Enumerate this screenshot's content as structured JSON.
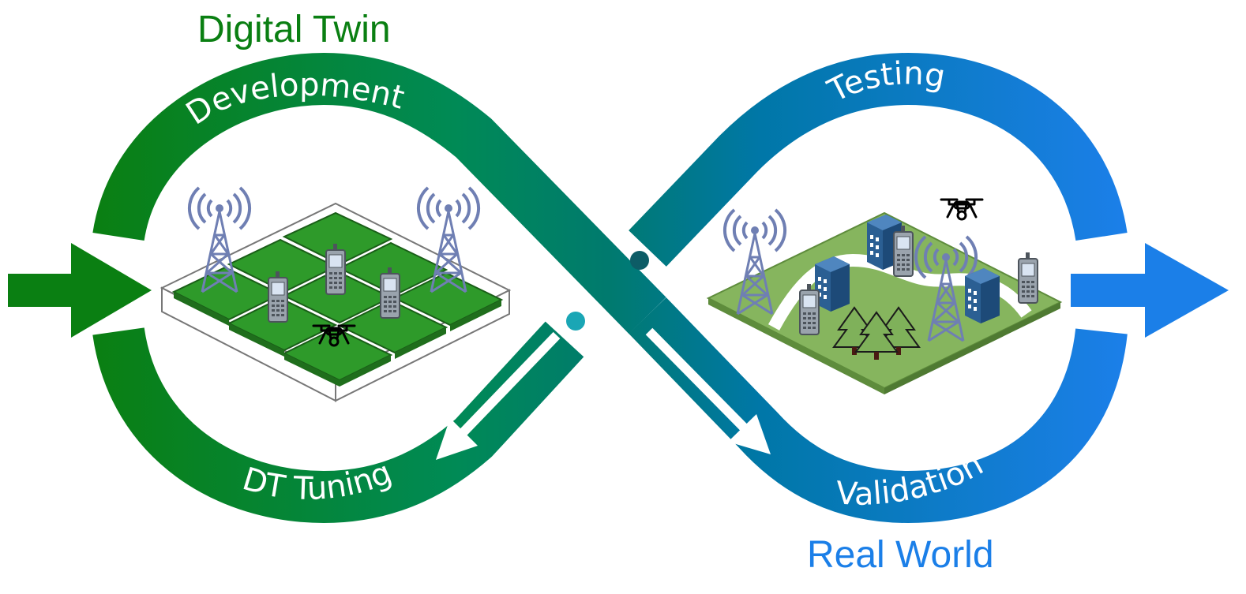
{
  "titles": {
    "digital_twin": "Digital Twin",
    "real_world": "Real World"
  },
  "loop_labels": {
    "development": "Development",
    "dt_tuning": "DT Tuning",
    "testing": "Testing",
    "validation": "Validation"
  },
  "colors": {
    "twin_green": "#0a7f12",
    "teal": "#008067",
    "real_blue": "#1b7fe8",
    "tile_green": "#2e9a2a",
    "terrain_green": "#86b55e",
    "tower_blue": "#6f7fb3",
    "building_blue": "#2b5f93"
  },
  "icons": {
    "entry_arrow": "right-arrow-icon",
    "exit_arrow": "right-arrow-icon",
    "tower": "cell-tower-icon",
    "phone": "mobile-phone-icon",
    "drone": "drone-icon",
    "building": "building-icon",
    "tree": "pine-tree-icon"
  }
}
